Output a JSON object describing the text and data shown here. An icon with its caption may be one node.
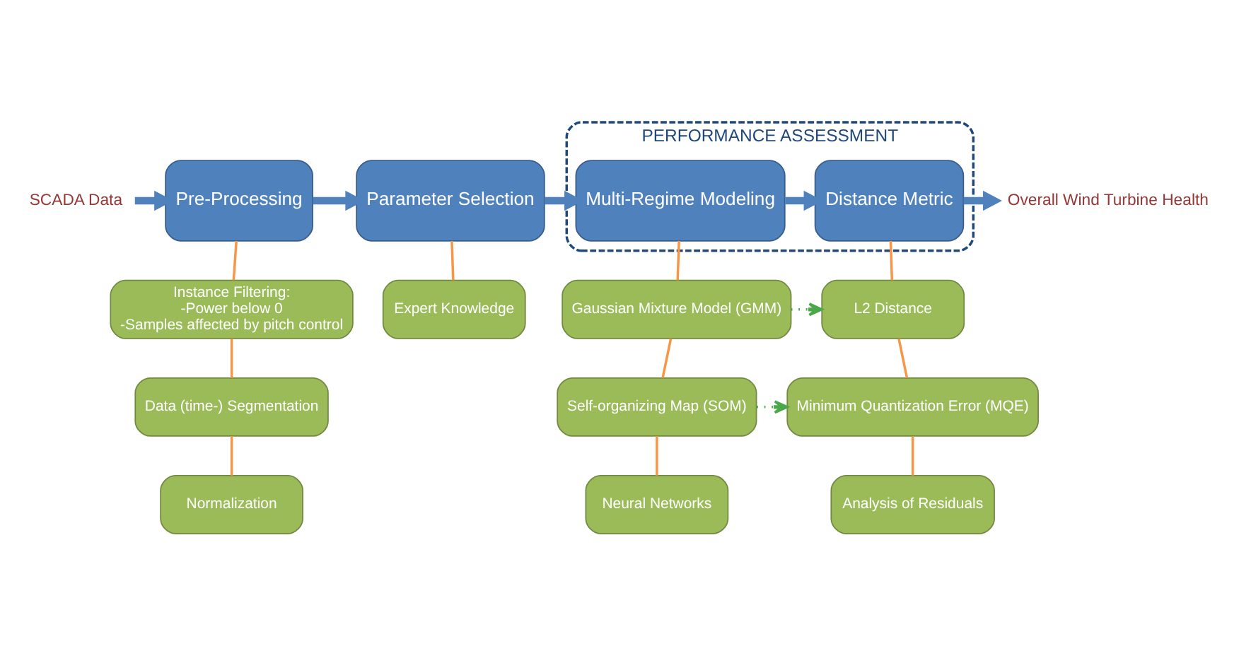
{
  "diagram": {
    "nodes": [
      {
        "text": [
          "SCADA Data"
        ]
      },
      {
        "text": [
          "Pre-Processing"
        ]
      },
      {
        "text": [
          "Parameter Selection"
        ]
      },
      {
        "text": [
          "PERFORMANCE ASSESSMENT"
        ]
      },
      {
        "text": [
          "Multi-Regime Modeling"
        ],
        "in": 3
      },
      {
        "text": [
          "Distance Metric"
        ],
        "in": 3
      },
      {
        "text": [
          "Overall Wind Turbine Health"
        ]
      },
      {
        "text": [
          "Instance Filtering:",
          "-Power below 0",
          "-Samples affected by pitch control"
        ]
      },
      {
        "text": [
          "Data (time-) Segmentation"
        ]
      },
      {
        "text": [
          "Normalization"
        ]
      },
      {
        "text": [
          "Expert Knowledge"
        ]
      },
      {
        "text": [
          "Gaussian Mixture Model (GMM)"
        ]
      },
      {
        "text": [
          "Self-organizing Map (SOM)"
        ]
      },
      {
        "text": [
          "Neural Networks"
        ]
      },
      {
        "text": [
          "L2 Distance"
        ]
      },
      {
        "text": [
          "Minimum Quantization Error (MQE)"
        ]
      },
      {
        "text": [
          "Analysis of Residuals"
        ]
      }
    ],
    "edges": [
      {
        "from": 0,
        "to": 1,
        "arrow": "to",
        "style": "thick",
        "color": "#4f81bd"
      },
      {
        "from": 1,
        "to": 2,
        "arrow": "to",
        "style": "thick",
        "color": "#4f81bd"
      },
      {
        "from": 2,
        "to": 4,
        "arrow": "to",
        "style": "thick",
        "color": "#4f81bd"
      },
      {
        "from": 4,
        "to": 5,
        "arrow": "to",
        "style": "thick",
        "color": "#4f81bd"
      },
      {
        "from": 5,
        "to": 6,
        "arrow": "to",
        "style": "thick",
        "color": "#4f81bd"
      },
      {
        "from": 1,
        "to": 7,
        "arrow": "none"
      },
      {
        "from": 7,
        "to": 8,
        "arrow": "none"
      },
      {
        "from": 8,
        "to": 9,
        "arrow": "none"
      },
      {
        "from": 2,
        "to": 10,
        "arrow": "none"
      },
      {
        "from": 4,
        "to": 11,
        "arrow": "none"
      },
      {
        "from": 11,
        "to": 12,
        "arrow": "none"
      },
      {
        "from": 12,
        "to": 13,
        "arrow": "none"
      },
      {
        "from": 5,
        "to": 14,
        "arrow": "none"
      },
      {
        "from": 14,
        "to": 15,
        "arrow": "none"
      },
      {
        "from": 15,
        "to": 16,
        "arrow": "none"
      },
      {
        "from": 11,
        "to": 14,
        "arrow": "to",
        "style": "dashed",
        "color": "#4aa84a"
      },
      {
        "from": 12,
        "to": 15,
        "arrow": "to",
        "style": "dashed",
        "color": "#4aa84a"
      }
    ]
  }
}
